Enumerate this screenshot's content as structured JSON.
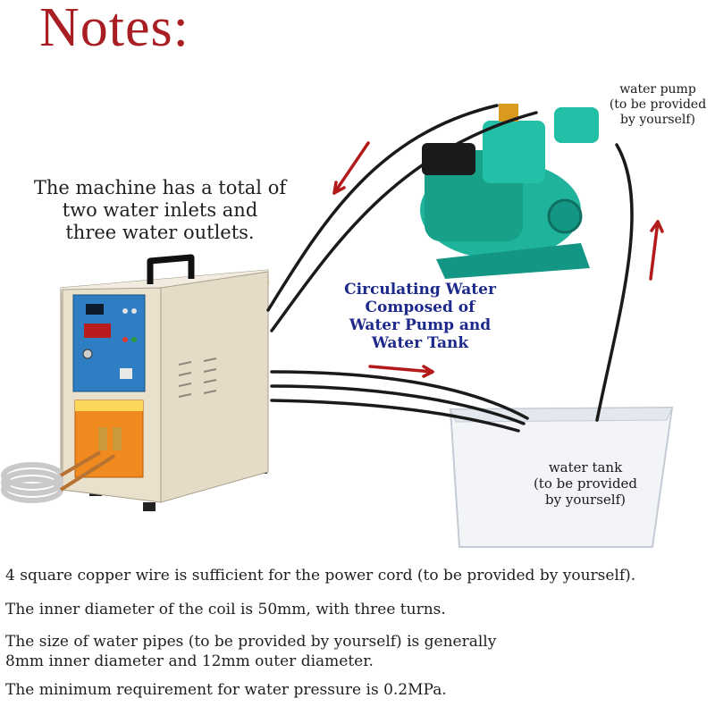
{
  "title": "Notes:",
  "machine_description": [
    "The machine has a total of",
    "two water inlets and",
    "three water outlets."
  ],
  "water_pump_label": [
    "water pump",
    "(to be provided",
    "by yourself)"
  ],
  "circulating_label": [
    "Circulating Water",
    "Composed of",
    "Water Pump and",
    "Water Tank"
  ],
  "water_tank_label": [
    "water tank",
    "(to be provided",
    "by yourself)"
  ],
  "notes": [
    "4 square copper wire is sufficient for the power cord (to be provided by yourself).",
    "The inner diameter of the coil is 50mm, with three turns.",
    "The size of water pipes (to be provided by yourself) is generally",
    "8mm inner diameter and 12mm outer diameter.",
    "The minimum requirement for water pressure is 0.2MPa."
  ],
  "colors": {
    "title": "#a81e23",
    "circulating_text": "#1d2a8c",
    "arrows": "#b31b1b",
    "pump": "#1fb39b",
    "machine_body": "#e9e1cc",
    "machine_panel": "#2f7ec4",
    "machine_lower": "#f08a1f"
  }
}
